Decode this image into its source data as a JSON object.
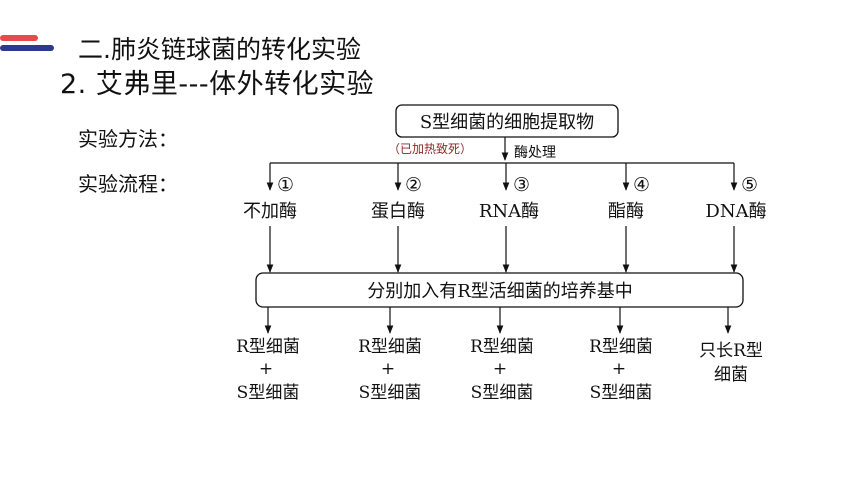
{
  "header": {
    "title": "二.肺炎链球菌的转化实验",
    "subtitle": "2. 艾弗里---体外转化实验",
    "colors": {
      "red": "#e84a4a",
      "navy": "#2b3a8f"
    }
  },
  "labels": {
    "method": "实验方法：",
    "procedure": "实验流程："
  },
  "diagram": {
    "top_box": "S型细菌的细胞提取物",
    "heat_note": "（已加热致死）",
    "enzyme_treatment": "酶处理",
    "branches": [
      {
        "num": "①",
        "enzyme": "不加酶",
        "result": [
          "R型细菌",
          "+",
          "S型细菌"
        ]
      },
      {
        "num": "②",
        "enzyme": "蛋白酶",
        "result": [
          "R型细菌",
          "+",
          "S型细菌"
        ]
      },
      {
        "num": "③",
        "enzyme": "RNA酶",
        "result": [
          "R型细菌",
          "+",
          "S型细菌"
        ]
      },
      {
        "num": "④",
        "enzyme": "酯酶",
        "result": [
          "R型细菌",
          "+",
          "S型细菌"
        ]
      },
      {
        "num": "⑤",
        "enzyme": "DNA酶",
        "result": [
          "只长R型",
          "细菌"
        ]
      }
    ],
    "culture_box": "分别加入有R型活细菌的培养基中"
  }
}
